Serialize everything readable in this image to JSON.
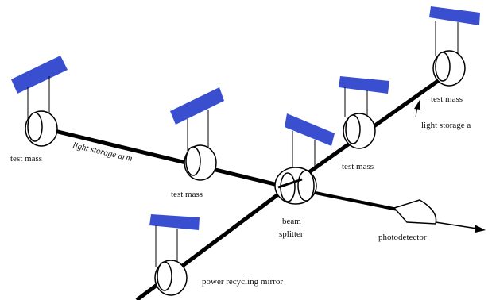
{
  "labels": {
    "test_mass_left": "test mass",
    "test_mass_center": "test mass",
    "test_mass_upper_mid": "test mass",
    "test_mass_upper_right": "test mass",
    "light_storage_arm_left": "light storage arm",
    "light_storage_arm_right": "light storage a",
    "beam_splitter_line1": "beam",
    "beam_splitter_line2": "splitter",
    "photodetector": "photodetector",
    "power_recycling_mirror": "power recycling mirror"
  },
  "colors": {
    "beam": "#000000",
    "pendulum_block": "#3a4fd0",
    "mirror_face": "#ffffff",
    "mirror_edge": "#000000"
  }
}
